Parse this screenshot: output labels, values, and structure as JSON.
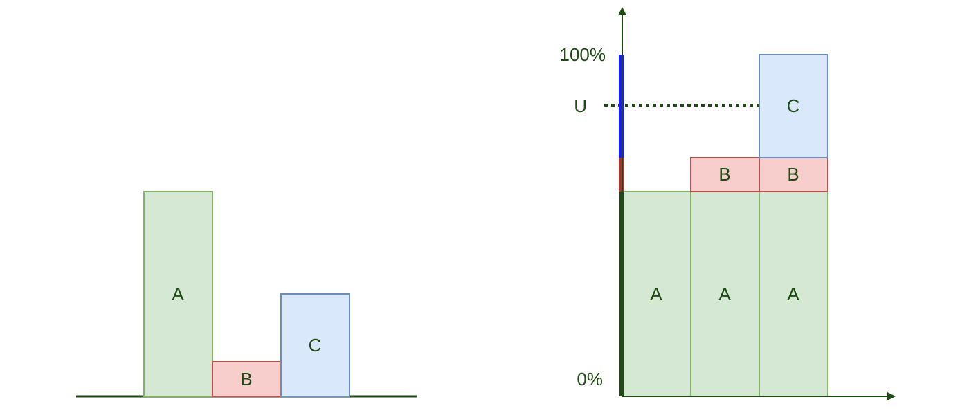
{
  "colors": {
    "green_fill": "#d5e8d4",
    "green_stroke": "#82b366",
    "red_fill": "#f8cecc",
    "red_stroke": "#b85450",
    "blue_fill": "#dae8fc",
    "blue_stroke": "#6c8ebf",
    "axis": "#1e4a14",
    "bar_blue": "#1a1aff",
    "bar_red": "#a83232"
  },
  "left_panel": {
    "label_a": "A",
    "label_b": "B",
    "label_c": "C"
  },
  "right_panel": {
    "y_top_label": "100%",
    "y_u_label": "U",
    "y_zero_label": "0%",
    "stacks": [
      {
        "a": "A"
      },
      {
        "a": "A",
        "b": "B"
      },
      {
        "a": "A",
        "b": "B",
        "c": "C"
      }
    ]
  }
}
